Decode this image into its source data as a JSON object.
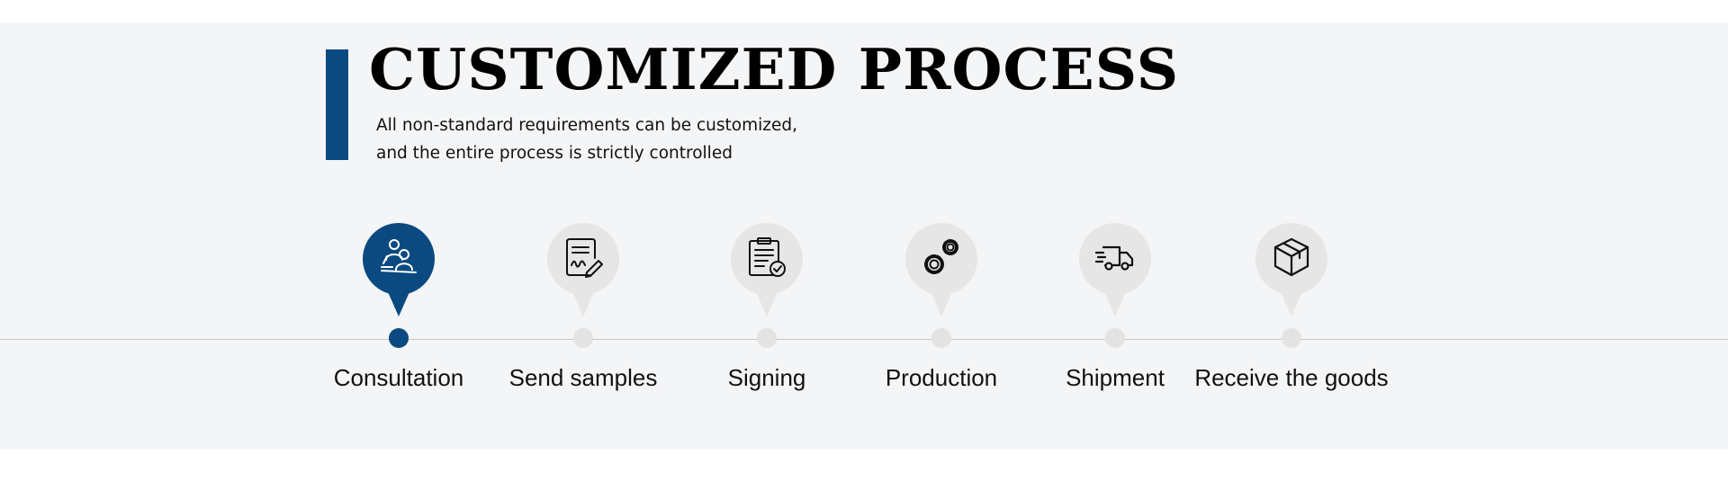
{
  "header": {
    "title": "CUSTOMIZED PROCESS",
    "subtitle_line1": "All non-standard requirements can be customized,",
    "subtitle_line2": "and the entire process is strictly controlled"
  },
  "colors": {
    "accent": "#0a4a80",
    "inactive_pin": "#e6e6e6",
    "panel_bg": "#f4f5f7"
  },
  "steps": [
    {
      "label": "Consultation",
      "icon": "consultation-icon",
      "active": true
    },
    {
      "label": "Send samples",
      "icon": "document-pen-icon",
      "active": false
    },
    {
      "label": "Signing",
      "icon": "clipboard-check-icon",
      "active": false
    },
    {
      "label": "Production",
      "icon": "gears-icon",
      "active": false
    },
    {
      "label": "Shipment",
      "icon": "delivery-truck-icon",
      "active": false
    },
    {
      "label": "Receive the goods",
      "icon": "package-box-icon",
      "active": false
    }
  ]
}
